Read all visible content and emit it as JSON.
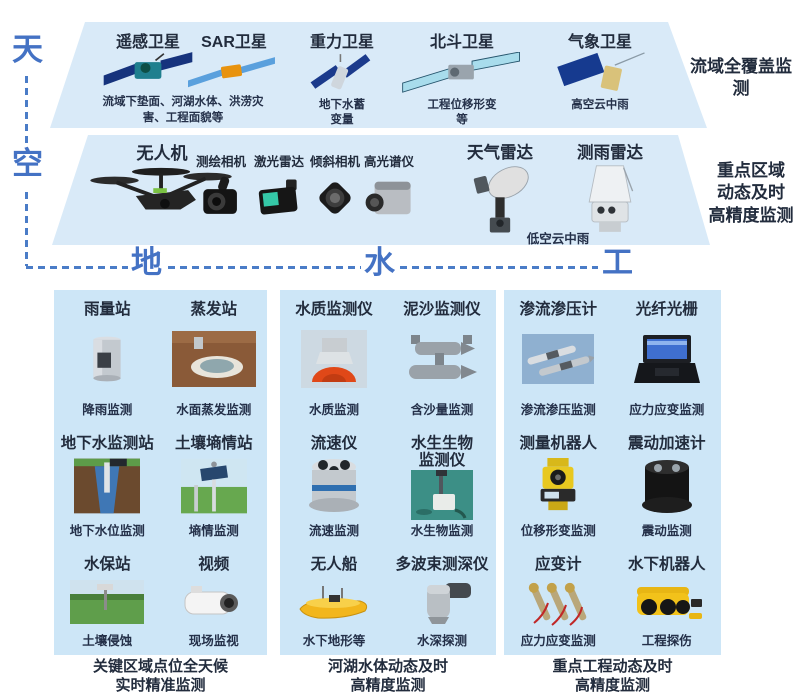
{
  "palette": {
    "accent": "#4472c4",
    "band_fill": "#d9eaf8",
    "panel_fill": "#cde6f7",
    "text_dark": "#222c3d"
  },
  "rails": {
    "sky": "天",
    "air": "空",
    "ground": "地",
    "water": "水",
    "engineering": "工"
  },
  "sky_band": {
    "side_label": "流域全覆盖监测",
    "shared_caption": "流域下垫面、河湖水体、洪涝灾\n害、工程面貌等",
    "satellites": [
      {
        "label": "遥感卫星",
        "icon": "remote-sensing-satellite"
      },
      {
        "label": "SAR卫星",
        "icon": "sar-satellite"
      },
      {
        "label": "重力卫星",
        "caption": "地下水蓄\n变量",
        "icon": "gravity-satellite"
      },
      {
        "label": "北斗卫星",
        "caption": "工程位移形变\n等",
        "icon": "beidou-satellite"
      },
      {
        "label": "气象卫星",
        "caption": "高空云中雨",
        "icon": "weather-satellite"
      }
    ]
  },
  "air_band": {
    "side_label": "重点区域\n动态及时\n高精度监测",
    "drone_label": "无人机",
    "sensors": [
      {
        "label": "测绘相机",
        "icon": "mapping-camera"
      },
      {
        "label": "激光雷达",
        "icon": "lidar"
      },
      {
        "label": "倾斜相机",
        "icon": "oblique-camera"
      },
      {
        "label": "高光谱仪",
        "icon": "hyperspectral-imager"
      }
    ],
    "radars": [
      {
        "label": "天气雷达",
        "icon": "weather-radar"
      },
      {
        "label": "测雨雷达",
        "icon": "rain-radar"
      }
    ],
    "radar_caption": "低空云中雨"
  },
  "panels": [
    {
      "footer": "关键区域点位全天候\n实时精准监测",
      "items": [
        {
          "label": "雨量站",
          "caption": "降雨监测"
        },
        {
          "label": "蒸发站",
          "caption": "水面蒸发监测"
        },
        {
          "label": "地下水监测站",
          "caption": "地下水位监测"
        },
        {
          "label": "土壤墒情站",
          "caption": "墒情监测"
        },
        {
          "label": "水保站",
          "caption": "土壤侵蚀"
        },
        {
          "label": "视频",
          "caption": "现场监视"
        }
      ]
    },
    {
      "footer": "河湖水体动态及时\n高精度监测",
      "items": [
        {
          "label": "水质监测仪",
          "caption": "水质监测"
        },
        {
          "label": "泥沙监测仪",
          "caption": "含沙量监测"
        },
        {
          "label": "流速仪",
          "caption": "流速监测"
        },
        {
          "label": "水生生物\n监测仪",
          "caption": "水生物监测"
        },
        {
          "label": "无人船",
          "caption": "水下地形等"
        },
        {
          "label": "多波束测深仪",
          "caption": "水深探测"
        }
      ]
    },
    {
      "footer": "重点工程动态及时\n高精度监测",
      "items": [
        {
          "label": "渗流渗压计",
          "caption": "渗流渗压监测"
        },
        {
          "label": "光纤光栅",
          "caption": "应力应变监测"
        },
        {
          "label": "测量机器人",
          "caption": "位移形变监测"
        },
        {
          "label": "震动加速计",
          "caption": "震动监测"
        },
        {
          "label": "应变计",
          "caption": "应力应变监测"
        },
        {
          "label": "水下机器人",
          "caption": "工程探伤"
        }
      ]
    }
  ]
}
